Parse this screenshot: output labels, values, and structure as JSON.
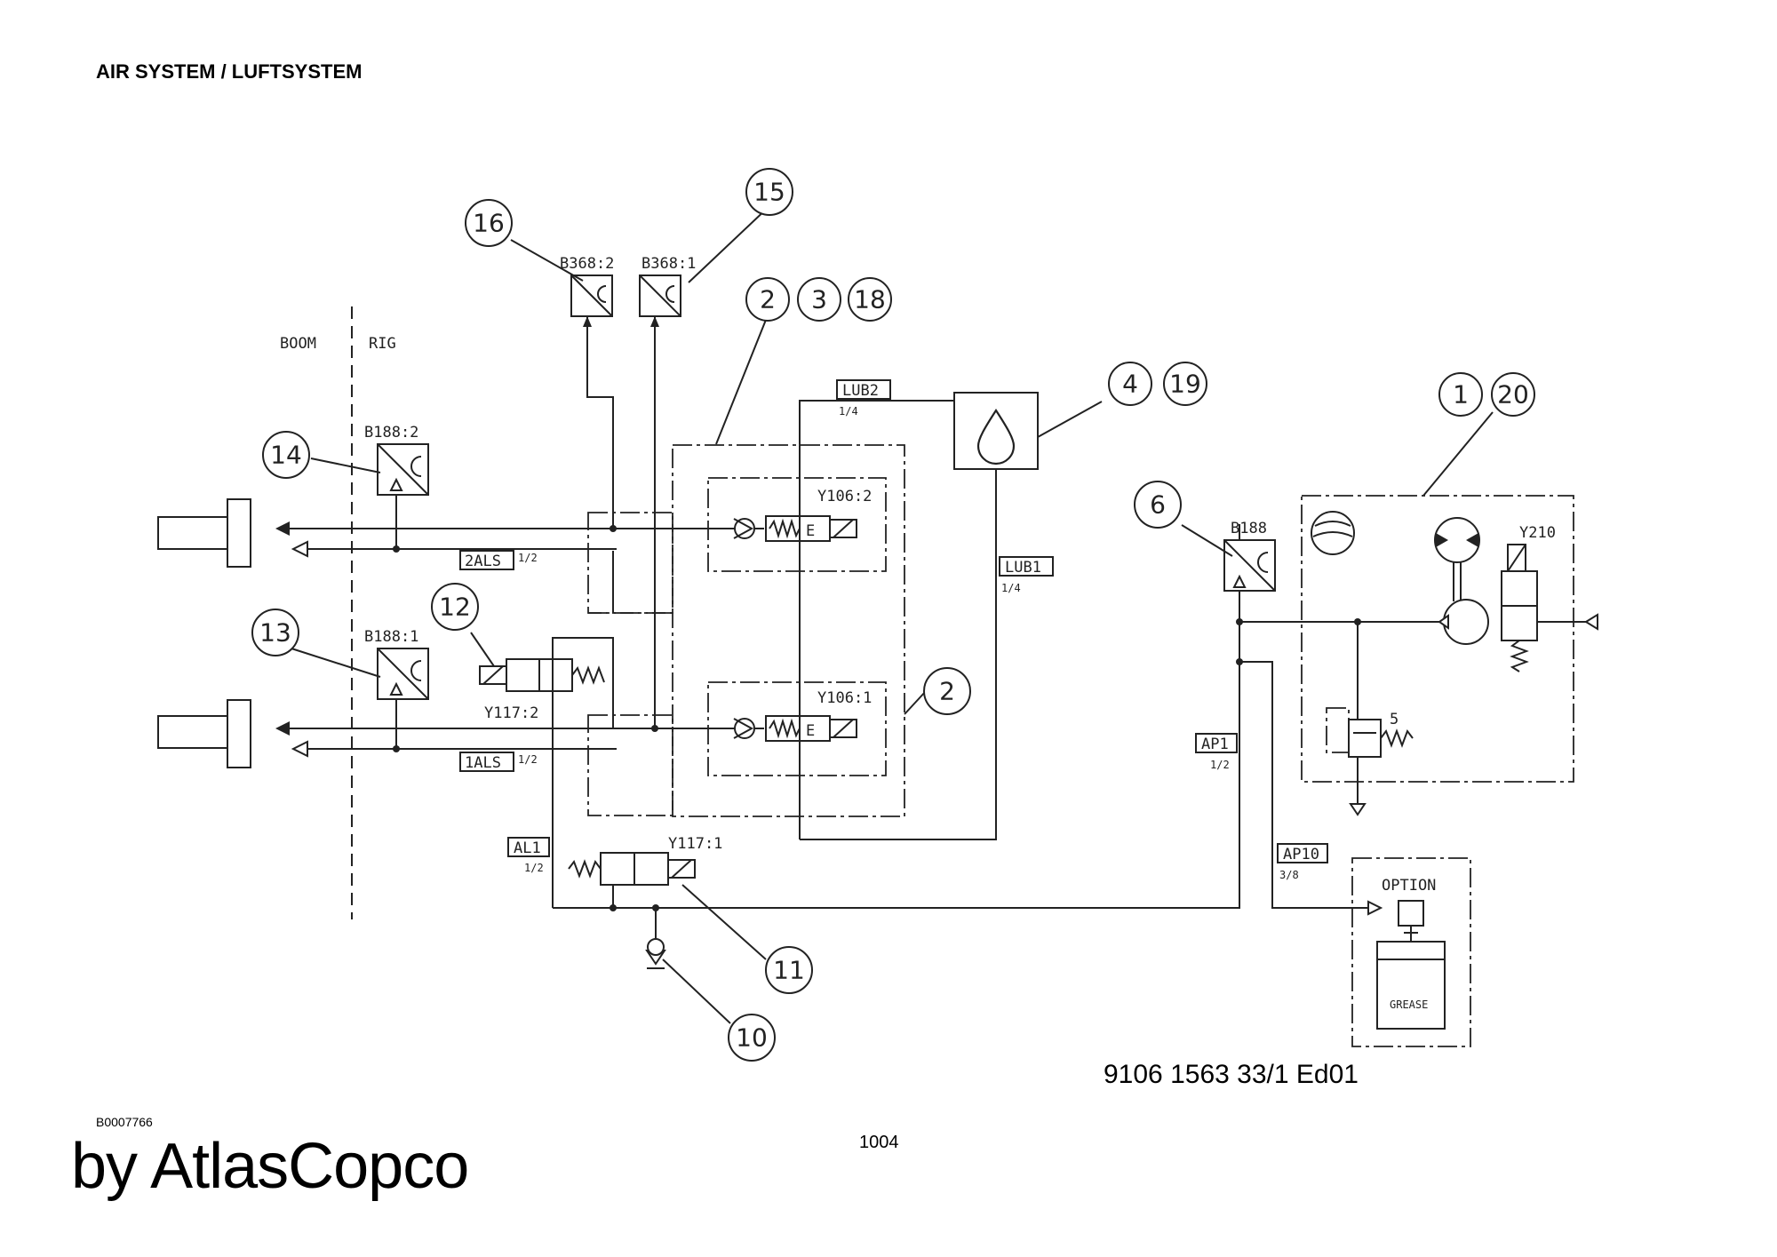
{
  "header": {
    "title": "AIR SYSTEM / LUFTSYSTEM"
  },
  "footer": {
    "doc_code": "B0007766",
    "page_number": "1004",
    "brand": "by AtlasCopco",
    "drawing_number": "9106 1563 33/1 Ed01"
  },
  "diagram": {
    "zones": {
      "left": "BOOM",
      "right": "RIG"
    },
    "balloons": [
      "1",
      "2",
      "2",
      "3",
      "4",
      "5",
      "6",
      "10",
      "11",
      "12",
      "13",
      "14",
      "15",
      "16",
      "18",
      "19",
      "20"
    ],
    "component_tags": {
      "b368_2": "B368:2",
      "b368_1": "B368:1",
      "b188_2": "B188:2",
      "b188_1": "B188:1",
      "b188": "B188",
      "y106_2": "Y106:2",
      "y106_1": "Y106:1",
      "y117_2": "Y117:2",
      "y117_1": "Y117:1",
      "y210": "Y210"
    },
    "line_tags": {
      "lub2": {
        "label": "LUB2",
        "size": "1/4"
      },
      "lub1": {
        "label": "LUB1",
        "size": "1/4"
      },
      "als2": {
        "label": "2ALS",
        "size": "1/2"
      },
      "als1": {
        "label": "1ALS",
        "size": "1/2"
      },
      "al1": {
        "label": "AL1",
        "size": "1/2"
      },
      "ap1": {
        "label": "AP1",
        "size": "1/2"
      },
      "ap10": {
        "label": "AP10",
        "size": "3/8"
      }
    },
    "option_label": "OPTION",
    "grease_label": "GREASE"
  }
}
